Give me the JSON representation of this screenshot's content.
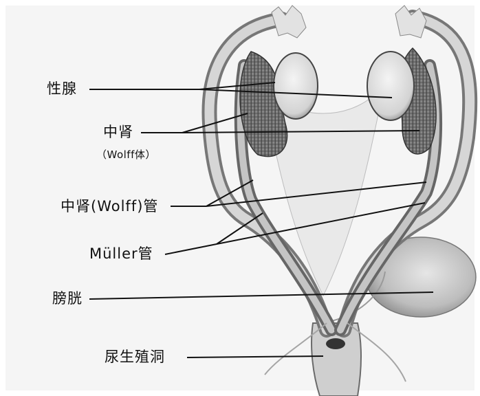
{
  "diagram": {
    "labels": {
      "gonad": "性腺",
      "mesonephros": "中肾",
      "mesonephros_alt": "（Wolff体）",
      "wolffian_duct": "中肾(Wolff)管",
      "mullerian_duct": "Müller管",
      "bladder": "膀胱",
      "urogenital_sinus": "尿生殖洞"
    },
    "colors": {
      "line": "#111111",
      "tissue_light": "#d9d9d9",
      "tissue_mid": "#a8a8a8",
      "tissue_dark": "#555555",
      "background": "#f2f2f2"
    }
  }
}
